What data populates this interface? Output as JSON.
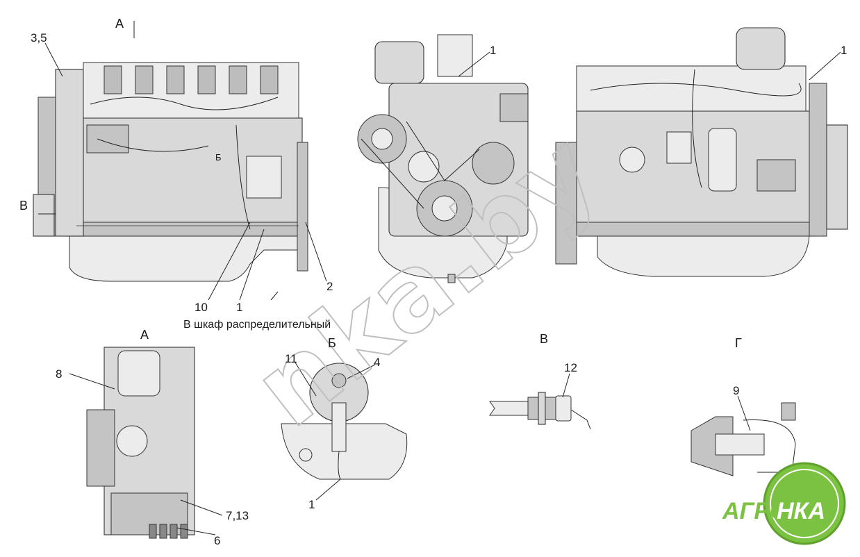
{
  "view_labels": {
    "arrow_a": "А",
    "arrow_b": "В",
    "detail_a": "А",
    "detail_b": "Б",
    "detail_v": "В",
    "detail_g": "Г",
    "small_b_mark": "Б"
  },
  "callouts": {
    "c_3_5": "3,5",
    "c_1_front": "1",
    "c_1_right": "1",
    "c_2": "2",
    "c_10": "10",
    "c_1_left": "1",
    "c_8": "8",
    "c_7_13": "7,13",
    "c_6": "6",
    "c_11": "11",
    "c_4": "4",
    "c_1_b": "1",
    "c_12": "12",
    "c_9": "9"
  },
  "note": "В шкаф распределительный",
  "watermark": "nka.by",
  "logo": {
    "text_left": "АГРО",
    "text_right": "НКА",
    "color": "#7cc242"
  }
}
